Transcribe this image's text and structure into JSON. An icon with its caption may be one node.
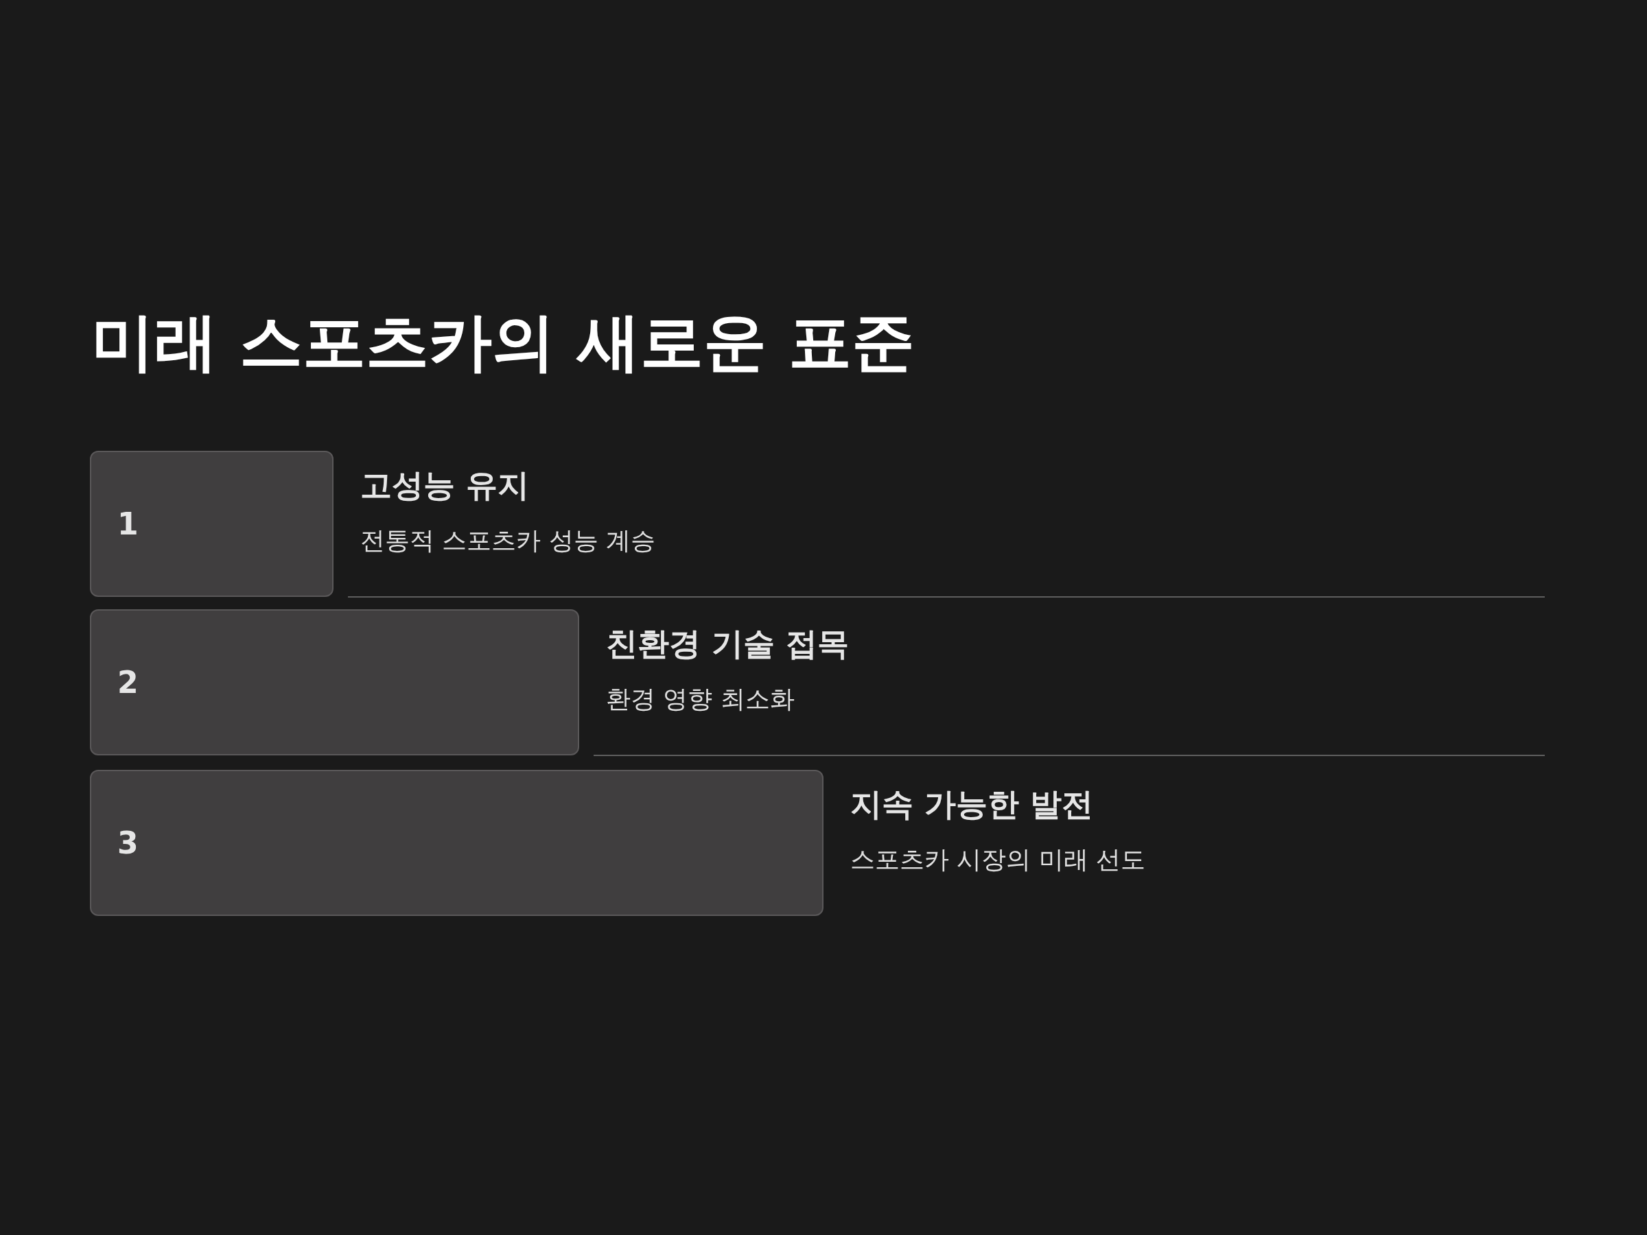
{
  "diagram": {
    "title": "미래 스포츠카의 새로운 표준",
    "nodes": [
      {
        "text": [
          "1"
        ],
        "beside": [
          "고성능 유지",
          "전통적 스포츠카 성능 계승"
        ]
      },
      {
        "text": [
          "2"
        ],
        "beside": [
          "친환경 기술 접목",
          "환경 영향 최소화"
        ]
      },
      {
        "text": [
          "3"
        ],
        "beside": [
          "지속 가능한 발전",
          "스포츠카 시장의 미래 선도"
        ]
      }
    ],
    "edges": []
  }
}
